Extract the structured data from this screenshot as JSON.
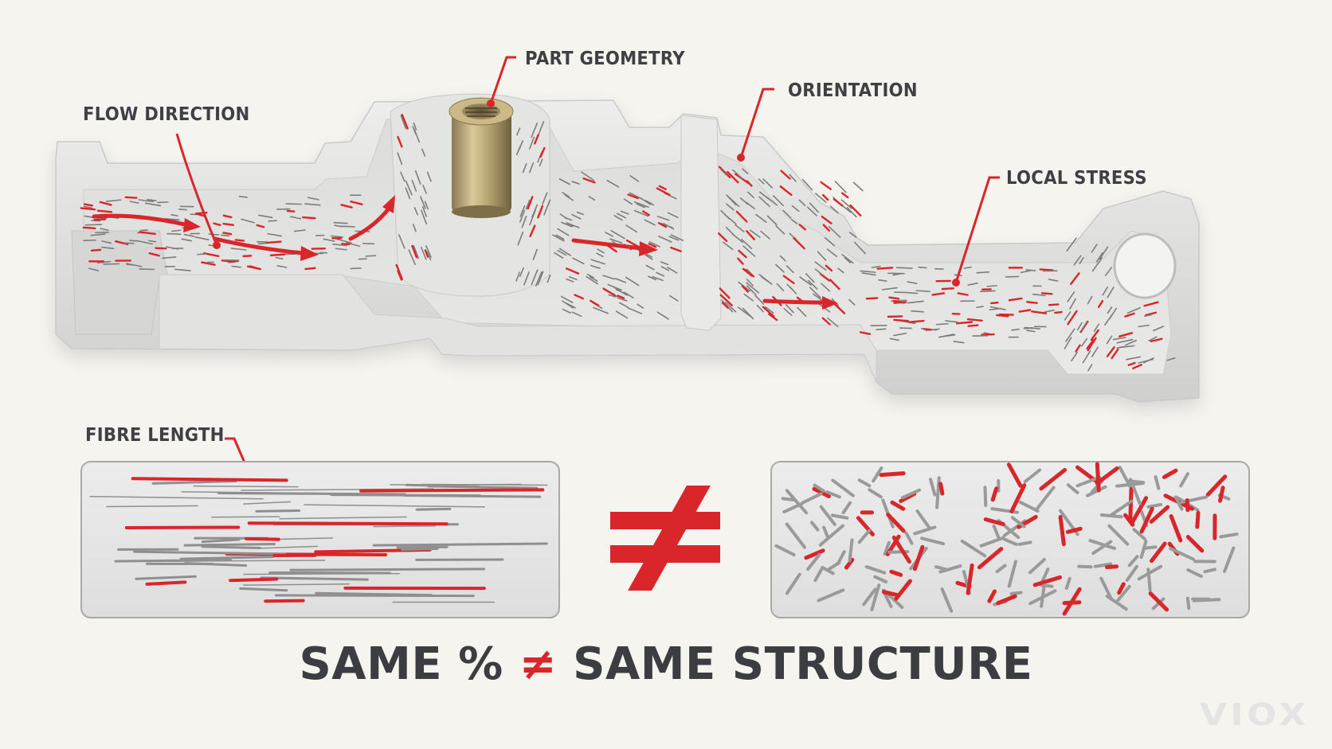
{
  "labels": {
    "flow_direction": "FLOW DIRECTION",
    "part_geometry": "PART GEOMETRY",
    "orientation": "ORIENTATION",
    "local_stress": "LOCAL STRESS",
    "fibre_length": "FIBRE LENGTH"
  },
  "comparison": {
    "symbol": "≠"
  },
  "headline": {
    "left": "SAME %",
    "symbol": "≠",
    "right": "SAME STRUCTURE"
  },
  "brand": {
    "logo_text": "VIOX"
  },
  "colors": {
    "accent_red": "#d8262b",
    "text_dark": "#3e4044",
    "part_gray": "#dfdfde",
    "background": "#f6f4ef"
  }
}
